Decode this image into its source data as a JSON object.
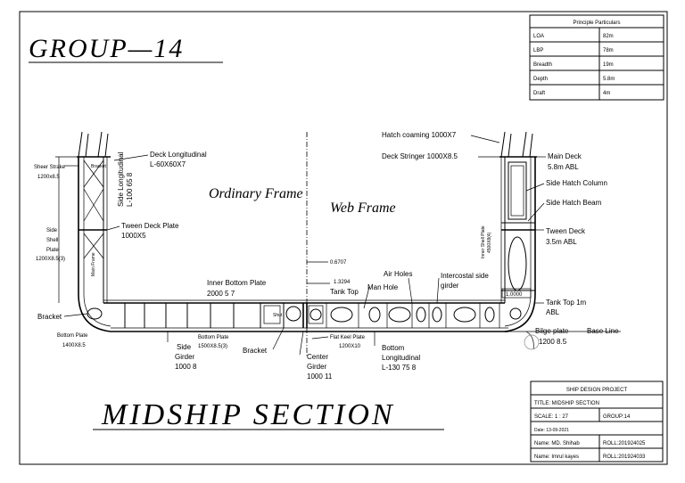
{
  "drawing": {
    "group_title": "GROUP—14",
    "main_title": "MIDSHIP SECTION",
    "ordinary_frame_label": "Ordinary Frame",
    "web_frame_label": "Web Frame"
  },
  "particulars": {
    "heading": "Principle Particulars",
    "rows": [
      {
        "label": "LOA",
        "value": "82m"
      },
      {
        "label": "LBP",
        "value": "78m"
      },
      {
        "label": "Breadth",
        "value": "19m"
      },
      {
        "label": "Depth",
        "value": "5.8m"
      },
      {
        "label": "Draft",
        "value": "4m"
      }
    ]
  },
  "title_block": {
    "project": "SHIP DESIGN PROJECT",
    "title": "TITLE: MIDSHIP SECTION",
    "scale": "SCALE: 1 : 27",
    "group": "GROUP:14",
    "date": "Date: 13-09-2021",
    "name1": "Name: MD. Shihab",
    "roll1": "ROLL:201924025",
    "name2": "Name: Imrul kayes",
    "roll2": "ROLL:201924033"
  },
  "labels": {
    "sheer_strake": "Sheer Strake",
    "sheer_strake_size": "1200x8.5",
    "side_shell": "Side",
    "side_shell_2": "Shell",
    "side_shell_3": "Plate",
    "side_shell_size": "1200X8.5(3)",
    "deck_longitudinal": "Deck Longitudinal",
    "deck_longitudinal_size": "L-60X60X7",
    "side_longitudinal": "Side Longitudinal",
    "side_longitudinal_size": "L-100 65 8",
    "main_frame": "Main Frame",
    "tween_deck_plate": "Tween Deck Plate",
    "tween_deck_plate_size": "1000X5",
    "bracket_left": "Bracket",
    "bracket_small": "Bracket",
    "bottom_plate_left": "Bottom Plate",
    "bottom_plate_left_size": "1400X8.5",
    "side_girder": "Side",
    "side_girder_2": "Girder",
    "side_girder_size": "1000  8",
    "bottom_plate_mid": "Bottom Plate",
    "bottom_plate_mid_size": "1500X8.5(3)",
    "bracket_mid": "Bracket",
    "center_girder": "Center",
    "center_girder_2": "Girder",
    "center_girder_size": "1000  11",
    "inner_bottom_plate": "Inner Bottom Plate",
    "inner_bottom_plate_size": "2000  5  7",
    "dim_0_6707": "0.6707",
    "dim_1_3294": "1.3294",
    "tank_top": "Tank Top",
    "man_hole": "Man Hole",
    "air_holes": "Air Holes",
    "intercostal": "Intercostal side",
    "intercostal_2": "girder",
    "flat_keel": "Flat Keel Plate",
    "flat_keel_size": "1200X10",
    "bottom_longitudinal": "Bottom",
    "bottom_longitudinal_2": "Longitudinal",
    "bottom_longitudinal_size": "L-130  75  8",
    "hatch_coaming": "Hatch coaming 1000X7",
    "deck_stringer": "Deck Stringer 1000X8.5",
    "main_deck": "Main Deck",
    "main_deck_abl": "5.8m ABL",
    "side_hatch_column": "Side Hatch Column",
    "side_hatch_beam": "Side Hatch Beam",
    "inner_shell_plate": "Inner Shell Plate",
    "inner_shell_plate_size": "4500X8(4)",
    "tween_deck": "Tween Deck",
    "tween_deck_abl": "3.5m ABL",
    "dim_1_0000": "1.0000",
    "tank_top_1m": "Tank Top 1m",
    "tank_top_abl": "ABL",
    "bilge_plate": "Bilge plate",
    "bilge_plate_size": "1200  8.5",
    "base_line": "Base Line",
    "shut_text": "Shut",
    "bracket_tiny": "Bracket"
  }
}
